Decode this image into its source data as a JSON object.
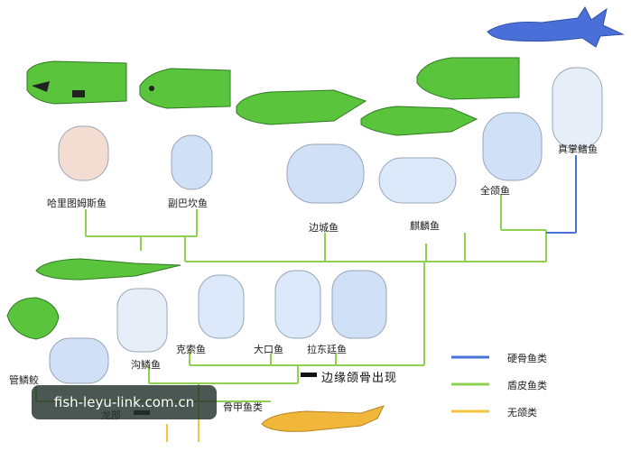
{
  "colors": {
    "osteichthyes": "#4a72d8",
    "placodermi": "#8fd14f",
    "agnatha": "#f5c542",
    "fish_green": "#5ac43c",
    "fish_blue": "#4a6fd8",
    "fish_orange": "#f0b73a",
    "jaw_blue": "#cfe0f7",
    "annotation_bar": "#111111"
  },
  "taxa": {
    "harrytomson": "哈里图姆斯鱼",
    "fubakan": "副巴坎鱼",
    "biancheng": "边城鱼",
    "qilin": "麒麟鱼",
    "quanhe": "全颌鱼",
    "zhenzhang": "真掌鳍鱼",
    "kesuo": "克索鱼",
    "dakou": "大口鱼",
    "ladongting": "拉东廷鱼",
    "goulin": "沟鳞鱼",
    "guanlin": "管鳞鲛",
    "gujia": "骨甲鱼类",
    "partial_label": "龙部"
  },
  "annotation": "边缘颌骨出现",
  "legend": [
    {
      "label": "硬骨鱼类",
      "color": "#4a72d8"
    },
    {
      "label": "盾皮鱼类",
      "color": "#8fd14f"
    },
    {
      "label": "无颌类",
      "color": "#f5c542"
    }
  ],
  "watermark": "fish-leyu-link.com.cn"
}
